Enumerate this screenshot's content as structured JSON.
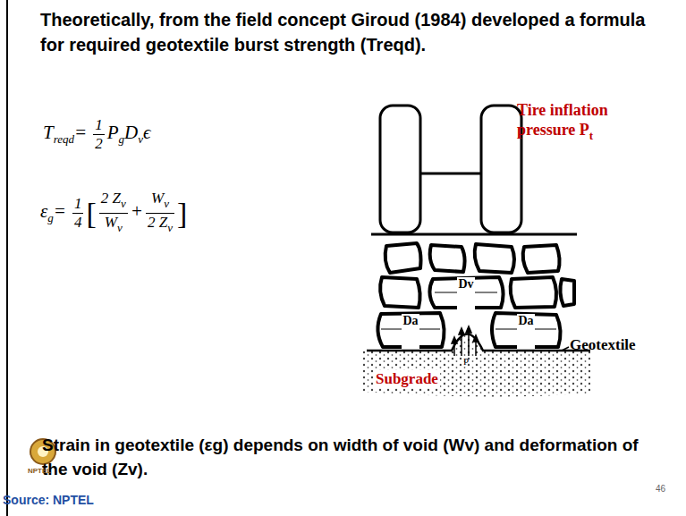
{
  "diagram": {
    "title": "Theoretically, from the field concept Giroud (1984) developed a formula for required geotextile burst strength (Treqd).",
    "nodes": [
      {
        "text": [
          "Dv"
        ]
      },
      {
        "text": [
          "Da"
        ]
      },
      {
        "text": [
          "Da"
        ]
      }
    ],
    "labels": [
      "T",
      "reqd",
      "=",
      "1",
      "2",
      "P",
      "g",
      "D",
      "v",
      "ϵ",
      "ε",
      "g",
      "=",
      "1",
      "4",
      "[",
      "2 Z",
      "v",
      "W",
      "v",
      "+",
      "W",
      "v",
      "2 Z",
      "v",
      "]",
      "Tire inflation pressure P",
      "t",
      "P",
      "Geotextile",
      "Subgrade",
      "Strain in geotextile (εg) depends on width of void (Wv) and deformation of the void (Zv).",
      "NPTEL",
      "Source: NPTEL",
      "46"
    ]
  }
}
